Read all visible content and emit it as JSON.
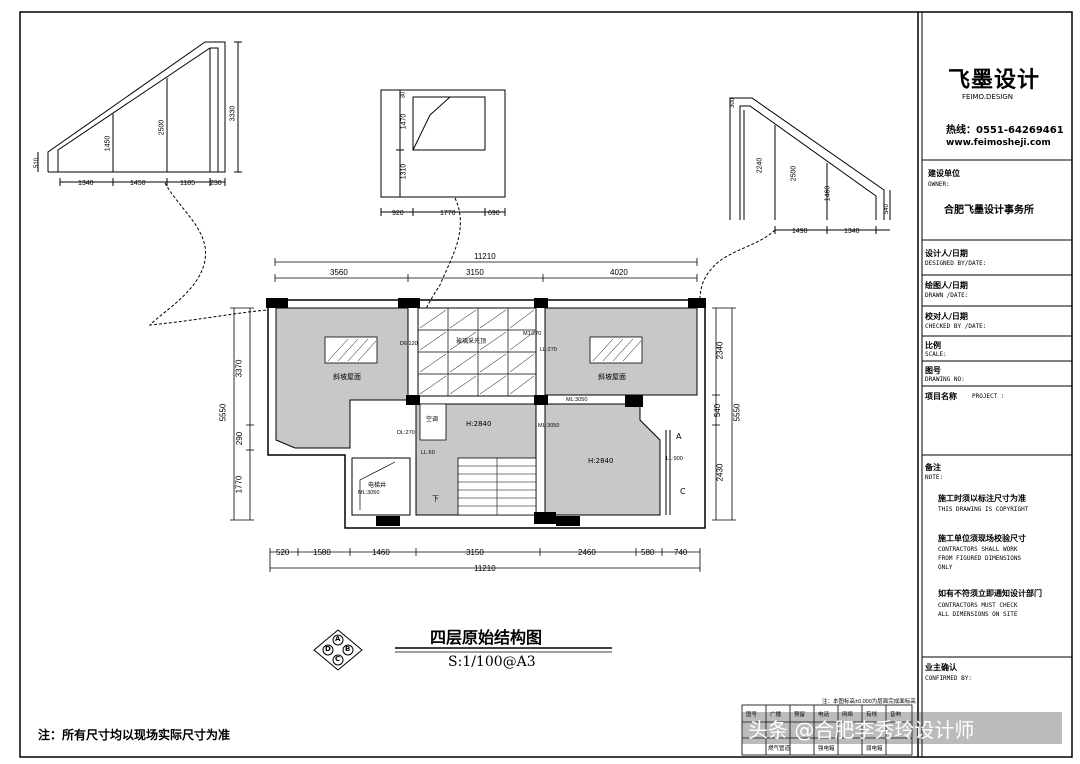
{
  "company": {
    "name": "飞墨设计",
    "name_en": "FEIMO.DESIGN",
    "hotline": "热线：0551-64269461",
    "website": "www.feimosheji.com"
  },
  "title_block": {
    "owner_label": "建设单位",
    "owner_label_en": "OWNER:",
    "owner_value": "合肥飞墨设计事务所",
    "designed_label": "设计人/日期",
    "designed_label_en": "DESIGNED BY/DATE:",
    "drawn_label": "绘图人/日期",
    "drawn_label_en": "DRAWN /DATE:",
    "checked_label": "校对人/日期",
    "checked_label_en": "CHECKED BY /DATE:",
    "scale_label": "比例",
    "scale_label_en": "SCALE:",
    "drawing_no_label": "图号",
    "drawing_no_label_en": "DRAWING NO:",
    "project_label": "项目名称",
    "project_label_en": "PROJECT :",
    "note_label": "备注",
    "note_label_en": "NOTE:",
    "note1_cn": "施工时须以标注尺寸为准",
    "note1_en": "THIS DRAWING IS COPYRIGHT",
    "note2_cn": "施工单位须现场校验尺寸",
    "note2_en_1": "CONTRACTORS SHALL WORK",
    "note2_en_2": "FROM FIGURED DIMENSIONS",
    "note2_en_3": "ONLY",
    "note3_cn": "如有不符须立即通知设计部门",
    "note3_en_1": "CONTRACTORS MUST CHECK",
    "note3_en_2": "ALL DIMENSIONS ON SITE",
    "confirm_label": "业主确认",
    "confirm_label_en": "CONFIRMED BY:"
  },
  "drawing": {
    "title": "四层原始结构图",
    "scale": "S:1/100@A3",
    "compass": {
      "a": "A",
      "b": "B",
      "c": "C",
      "d": "D"
    },
    "footer_note": "注：所有尺寸均以现场实际尺寸为准",
    "legend_note": "注：本图标高±0.000为层面完成面标高",
    "watermark": "头条 @合肥李秀玲设计师"
  },
  "plan": {
    "top_total": "11210",
    "top_segments": [
      "3560",
      "3150",
      "4020"
    ],
    "bottom_total": "11210",
    "bottom_segments": [
      "520",
      "1580",
      "1460",
      "3150",
      "2460",
      "580",
      "740"
    ],
    "left_total": "5550",
    "left_segments": [
      "3370",
      "290",
      "1770"
    ],
    "right_total": "5550",
    "right_segments": [
      "2340",
      "540",
      "2430"
    ],
    "rooms": {
      "left_roof": "斜坡屋面",
      "right_roof": "斜坡屋面",
      "glass_roof": "玻璃采光顶",
      "stair_room": "H:2840",
      "right_room": "H:2840",
      "hvac": "空调",
      "down": "下",
      "elevator": "电梯井",
      "door_a": "A",
      "door_c": "C"
    },
    "small_labels": [
      "D6:120",
      "M1:270",
      "LL:270",
      "ML:3050",
      "LL:60",
      "DL:270",
      "ML:3050",
      "ML:3050",
      "LL:900"
    ]
  },
  "sections": {
    "left": {
      "widths": [
        "1340",
        "1450",
        "1185",
        "230"
      ],
      "heights": [
        "1450",
        "2500",
        "3330",
        "510"
      ]
    },
    "middle": {
      "widths": [
        "920",
        "1770",
        "690"
      ],
      "heights": [
        "1470",
        "1310",
        "30"
      ]
    },
    "right": {
      "widths": [
        "1490",
        "1340"
      ],
      "heights": [
        "2240",
        "2500",
        "1460",
        "300",
        "540"
      ]
    }
  },
  "legend": {
    "row1": [
      "图号",
      "广播",
      "预留",
      "电话",
      "网络",
      "有线",
      "音响"
    ],
    "row2": [
      "燃气管道",
      "强电箱",
      "弱电箱"
    ]
  }
}
